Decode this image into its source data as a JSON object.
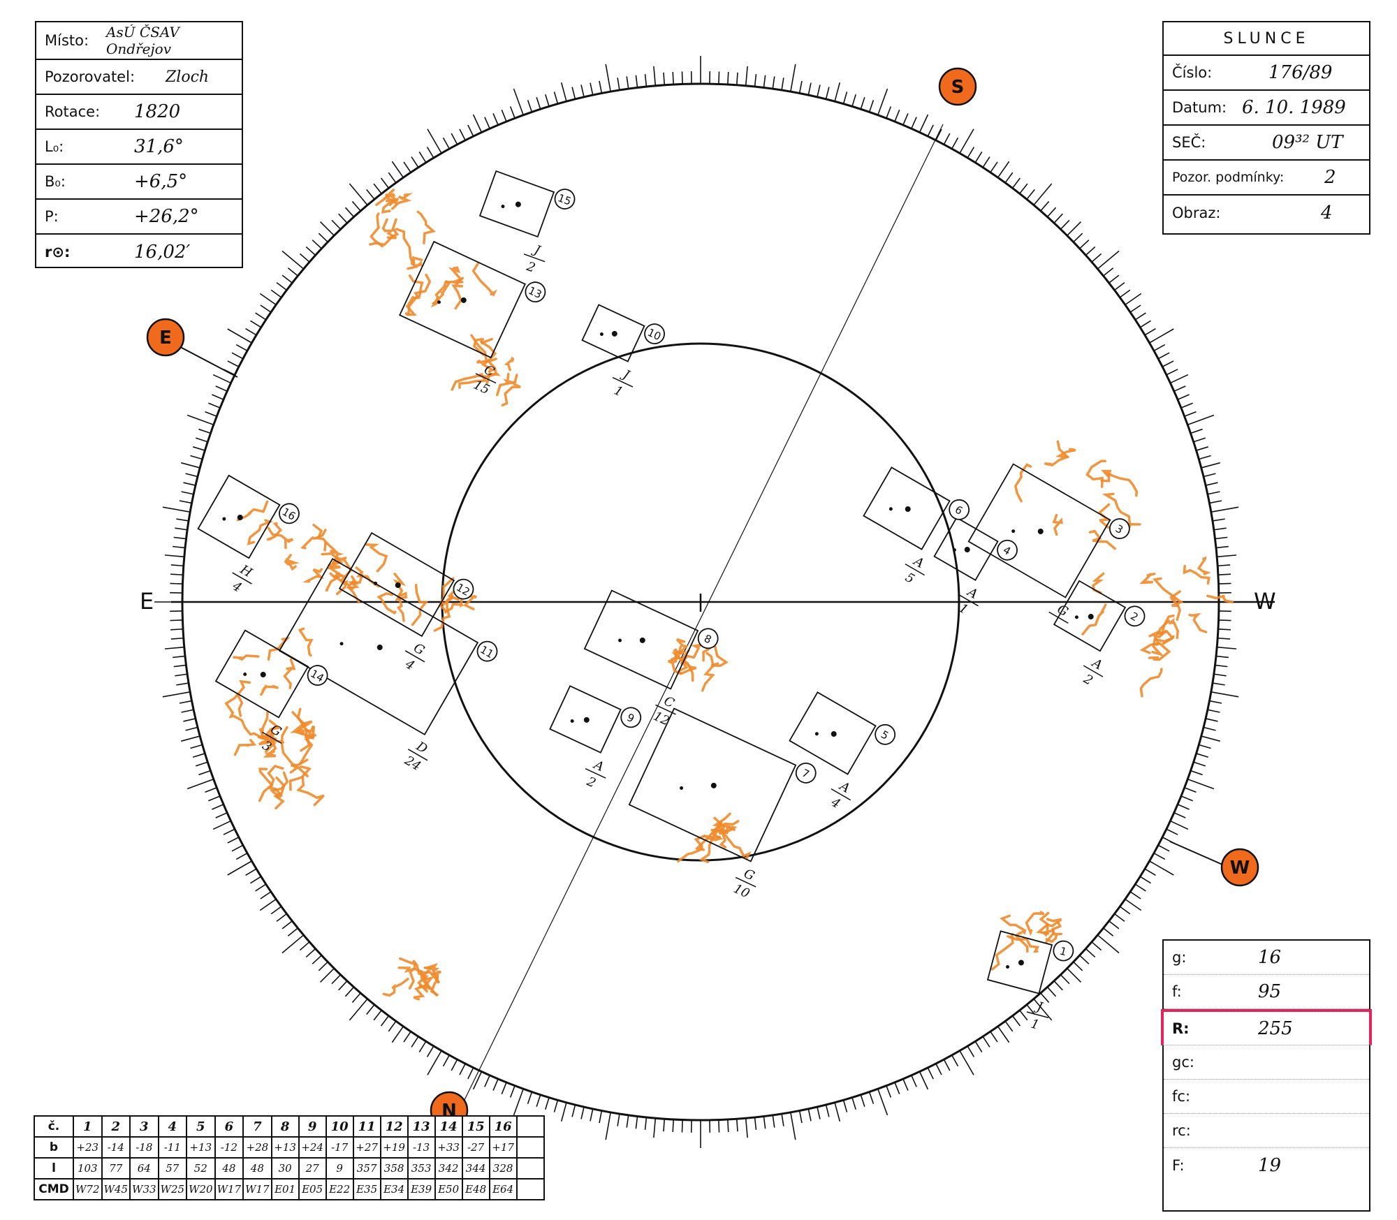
{
  "left_panel": {
    "place_label": "Místo:",
    "place_value": "AsÚ ČSAV Ondřejov",
    "observer_label": "Pozorovatel:",
    "observer_value": "Zloch",
    "rotation_label": "Rotace:",
    "rotation_value": "1820",
    "l0_label": "L₀:",
    "l0_value": "31,6°",
    "b0_label": "B₀:",
    "b0_value": "+6,5°",
    "p_label": "P:",
    "p_value": "+26,2°",
    "r_label": "r⊙:",
    "r_value": "16,02′"
  },
  "right_panel": {
    "title": "SLUNCE",
    "number_label": "Číslo:",
    "number_value": "176/89",
    "date_label": "Datum:",
    "date_value": "6. 10. 1989",
    "time_label": "SEČ:",
    "time_value": "09³² UT",
    "conditions_label": "Pozor. podmínky:",
    "conditions_value": "2",
    "image_label": "Obraz:",
    "image_value": "4"
  },
  "counts_panel": {
    "g_label": "g:",
    "g_value": "16",
    "f_label": "f:",
    "f_value": "95",
    "r_label": "R:",
    "r_value": "255",
    "gc_label": "gc:",
    "fc_label": "fc:",
    "rc_label": "rc:",
    "ff_label": "F:",
    "ff_value": "19"
  },
  "cardinal": {
    "east": "E",
    "west": "W",
    "south": "S",
    "north": "N",
    "e_badge": "E",
    "w_badge": "W"
  },
  "groups": [
    {
      "id": "1",
      "letter": "J",
      "count": "1"
    },
    {
      "id": "2",
      "letter": "A",
      "count": "2"
    },
    {
      "id": "3",
      "letter": "G",
      "count": ""
    },
    {
      "id": "4",
      "letter": "A",
      "count": "1"
    },
    {
      "id": "5",
      "letter": "A",
      "count": "4"
    },
    {
      "id": "6",
      "letter": "A",
      "count": "5"
    },
    {
      "id": "7",
      "letter": "G",
      "count": "10"
    },
    {
      "id": "8",
      "letter": "C",
      "count": "12"
    },
    {
      "id": "9",
      "letter": "A",
      "count": "2"
    },
    {
      "id": "10",
      "letter": "J",
      "count": "1"
    },
    {
      "id": "11",
      "letter": "D",
      "count": "24"
    },
    {
      "id": "12",
      "letter": "G",
      "count": "4"
    },
    {
      "id": "13",
      "letter": "C",
      "count": "15"
    },
    {
      "id": "14",
      "letter": "G",
      "count": "3"
    },
    {
      "id": "15",
      "letter": "J",
      "count": "2"
    },
    {
      "id": "16",
      "letter": "H",
      "count": "4"
    }
  ],
  "table": {
    "row_labels": [
      "č.",
      "b",
      "l",
      "CMD"
    ],
    "numbers": [
      "1",
      "2",
      "3",
      "4",
      "5",
      "6",
      "7",
      "8",
      "9",
      "10",
      "11",
      "12",
      "13",
      "14",
      "15",
      "16"
    ],
    "b": [
      "+23",
      "-14",
      "-18",
      "-11",
      "+13",
      "-12",
      "+28",
      "+13",
      "+24",
      "-17",
      "+27",
      "+19",
      "-13",
      "+33",
      "-27",
      "+17"
    ],
    "l": [
      "103",
      "77",
      "64",
      "57",
      "52",
      "48",
      "48",
      "30",
      "27",
      "9",
      "357",
      "358",
      "353",
      "342",
      "344",
      "328"
    ],
    "cmd": [
      "W72",
      "W45",
      "W33",
      "W25",
      "W20",
      "W17",
      "W17",
      "E01",
      "E05",
      "E22",
      "E35",
      "E34",
      "E39",
      "E50",
      "E48",
      "E64"
    ]
  },
  "colors": {
    "faculae": "#f08a2a",
    "badge_fill": "#f06a1e",
    "highlight": "#e3245a",
    "ink": "#111111"
  }
}
